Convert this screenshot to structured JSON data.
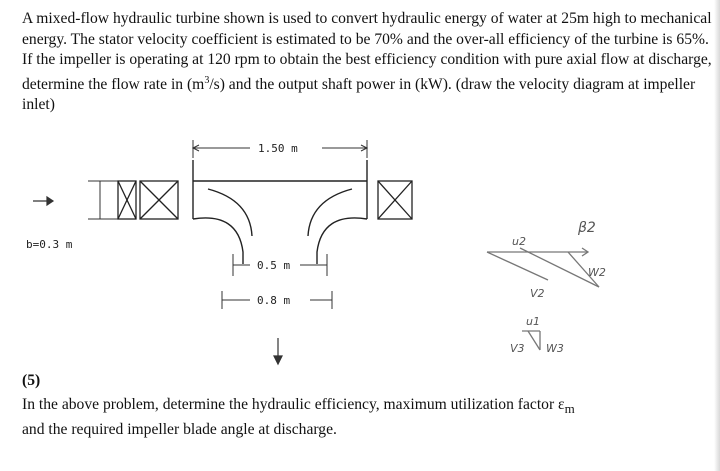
{
  "problem": {
    "text": "A mixed-flow hydraulic turbine shown is used to convert hydraulic energy of water at 25m high to mechanical energy. The stator velocity coefficient is estimated to be 70% and the over-all efficiency of the turbine is 65%. If the impeller is operating at 120 rpm to obtain the best efficiency condition with pure axial flow at discharge, determine the flow rate in",
    "unit_base": "(m",
    "unit_sup": "3",
    "unit_rest": "/s) and the output shaft power in (kW). (draw the velocity diagram at impeller inlet)"
  },
  "diagram": {
    "dim_outer": "1.50 m",
    "dim_b": "b=0.3 m",
    "dim_inner": "0.5 m",
    "dim_outlet": "0.8 m"
  },
  "velocity_sketch": {
    "u2": "u2",
    "beta2": "β2",
    "w2": "W2",
    "v2": "V2",
    "u1": "u1",
    "v3": "V3",
    "w3": "W3"
  },
  "question5": {
    "number": "(5)",
    "text": "In the above problem, determine the hydraulic efficiency, maximum utilization factor ε",
    "sub": "m",
    "text_end": "and the required impeller blade angle at discharge."
  }
}
